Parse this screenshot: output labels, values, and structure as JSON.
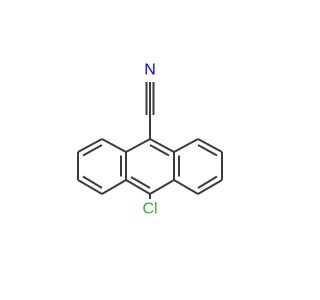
{
  "molecule": {
    "atoms": [
      {
        "id": "N",
        "label": "N",
        "color": "#0000ff"
      },
      {
        "id": "Cl",
        "label": "Cl",
        "color": "#33b233"
      }
    ],
    "bond_color": "#3c3c3c"
  }
}
